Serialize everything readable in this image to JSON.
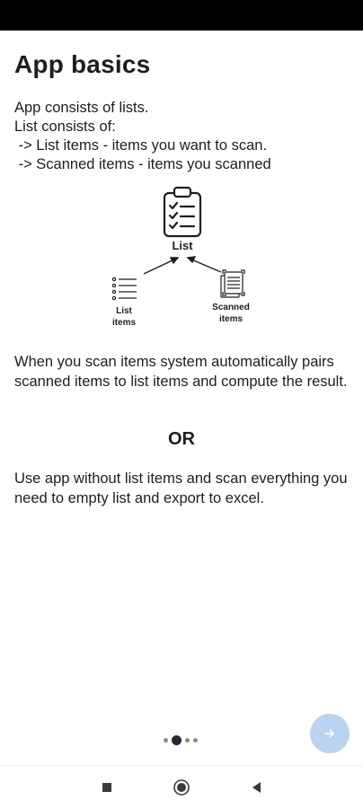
{
  "screen": {
    "title": "App basics",
    "intro_lines": [
      "App consists of lists.",
      "List consists of:",
      " -> List items - items you want to scan.",
      " -> Scanned items - items you scanned"
    ],
    "paragraph_1": "When you scan items system automatically pairs scanned items to list items and compute the result.",
    "or_text": "OR",
    "paragraph_2": "Use app without list items and scan everything you need to empty list and export to excel."
  },
  "diagram": {
    "list_label": "List",
    "list_items_label_line1": "List",
    "list_items_label_line2": "items",
    "scanned_items_label_line1": "Scanned",
    "scanned_items_label_line2": "items",
    "icons": [
      "clipboard-checklist-icon",
      "bulleted-list-icon",
      "scanned-document-icon"
    ]
  },
  "pager": {
    "pages": 4,
    "current_page": 2
  },
  "next_button": {
    "icon": "arrow-right-icon",
    "color": "#b8d4ee"
  },
  "nav_bar": {
    "icons": [
      "recents-square-icon",
      "home-circle-icon",
      "back-triangle-icon"
    ]
  },
  "colors": {
    "background": "#ffffff",
    "text": "#1e1e1e",
    "status_bar": "#000000",
    "accent_light": "#b8d4ee"
  }
}
